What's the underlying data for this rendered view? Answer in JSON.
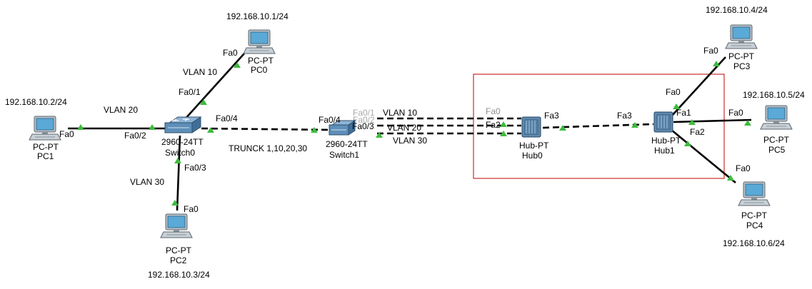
{
  "devices": {
    "pc0": {
      "type": "PC-PT",
      "name": "PC0",
      "ip": "192.168.10.1/24"
    },
    "pc1": {
      "type": "PC-PT",
      "name": "PC1",
      "ip": "192.168.10.2/24"
    },
    "pc2": {
      "type": "PC-PT",
      "name": "PC2",
      "ip": "192.168.10.3/24"
    },
    "pc3": {
      "type": "PC-PT",
      "name": "PC3",
      "ip": "192.168.10.4/24"
    },
    "pc4": {
      "type": "PC-PT",
      "name": "PC4",
      "ip": "192.168.10.6/24"
    },
    "pc5": {
      "type": "PC-PT",
      "name": "PC5",
      "ip": "192.168.10.5/24"
    },
    "switch0": {
      "type": "2960-24TT",
      "name": "Switch0"
    },
    "switch1": {
      "type": "2960-24TT",
      "name": "Switch1"
    },
    "hub0": {
      "type": "Hub-PT",
      "name": "Hub0"
    },
    "hub1": {
      "type": "Hub-PT",
      "name": "Hub1"
    }
  },
  "ports": {
    "pc0_fa0": "Fa0",
    "pc1_fa0": "Fa0",
    "pc2_fa0": "Fa0",
    "pc3_fa0": "Fa0",
    "pc4_fa0": "Fa0",
    "pc5_fa0": "Fa0",
    "sw0_fa01": "Fa0/1",
    "sw0_fa02": "Fa0/2",
    "sw0_fa03": "Fa0/3",
    "sw0_fa04": "Fa0/4",
    "sw1_fa04": "Fa0/4",
    "sw1_fa03": "Fa0/3",
    "sw1_hidden": "Fa0/1",
    "sw1_hidden2": "Fa0/2",
    "hub0_fa0": "Fa0",
    "hub0_fa2": "Fa2",
    "hub0_fa3": "Fa3",
    "hub1_fa0": "Fa0",
    "hub1_fa1": "Fa1",
    "hub1_fa2": "Fa2",
    "hub1_fa3": "Fa3"
  },
  "vlans": {
    "sw0_pc0": "VLAN 10",
    "sw0_pc1": "VLAN 20",
    "sw0_pc2": "VLAN 30",
    "sw1_v10": "VLAN 10",
    "sw1_v20": "VLAN 20",
    "sw1_v30": "VLAN 30"
  },
  "trunk_label": "TRUNCK 1,10,20,30",
  "colors": {
    "link": "#000000",
    "port_indicator": "#3dbb3d",
    "collision_box": "#c00000",
    "pc_body": "#b9c2c9",
    "pc_screen": "#5aa9d6",
    "switch_body": "#5e8fb8",
    "hub_body": "#5f89b0"
  }
}
